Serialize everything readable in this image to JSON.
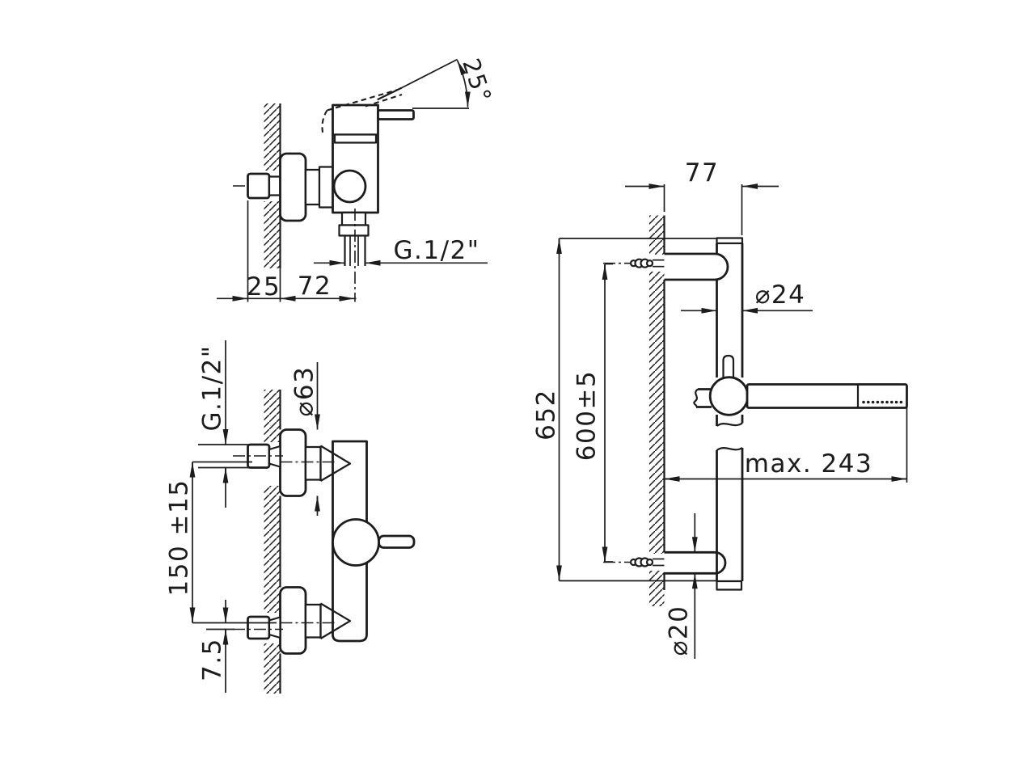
{
  "drawing": {
    "background": "#ffffff",
    "line_color": "#1c1c1c",
    "side_view": {
      "angle": "25°",
      "thread": "G.1/2\"",
      "wall_offset": "25",
      "body_depth": "72"
    },
    "front_view": {
      "thread": "G.1/2\"",
      "flange_diameter": "⌀63",
      "center_distance": "150 ±15",
      "eccentric_offset": "7.5"
    },
    "rail_view": {
      "bracket_depth": "77",
      "bar_diameter": "⌀24",
      "bar_length": "652",
      "fixing_centers": "600±5",
      "max_reach": "max. 243",
      "bracket_diameter": "⌀20"
    }
  }
}
